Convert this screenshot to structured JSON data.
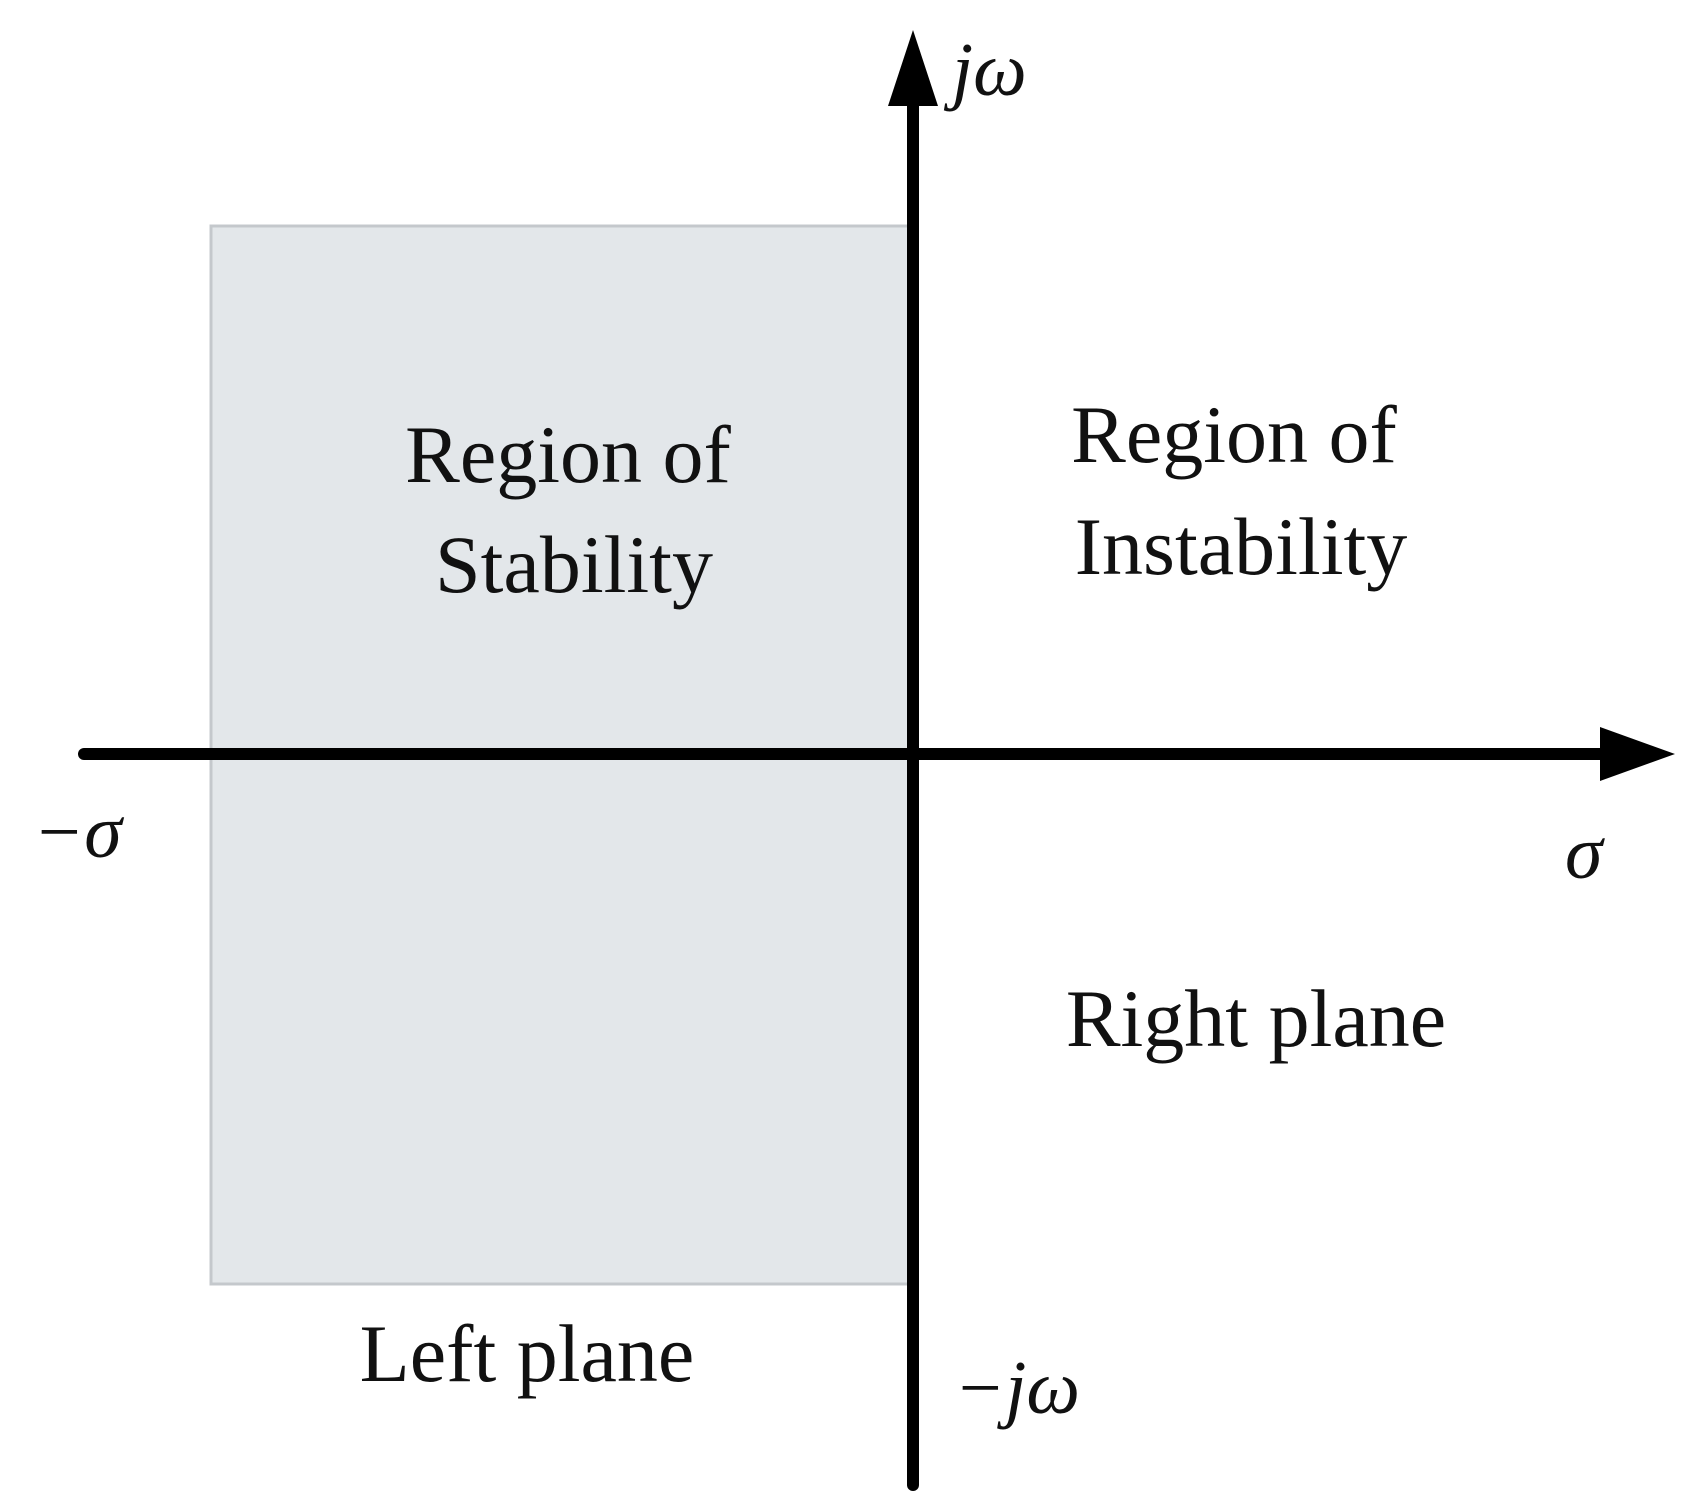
{
  "diagram": {
    "axis_labels": {
      "positive_imag": "jω",
      "negative_imag": "−jω",
      "positive_real": "σ",
      "negative_real": "−σ"
    },
    "regions": {
      "stability": {
        "line1": "Region of",
        "line2": "Stability",
        "fill_color": "#e3e7ea",
        "border_color": "#c4c8cc"
      },
      "instability": {
        "line1": "Region of",
        "line2": "Instability"
      }
    },
    "plane_labels": {
      "left": "Left plane",
      "right": "Right plane"
    },
    "colors": {
      "axis": "#000000",
      "text": "#111111"
    }
  }
}
